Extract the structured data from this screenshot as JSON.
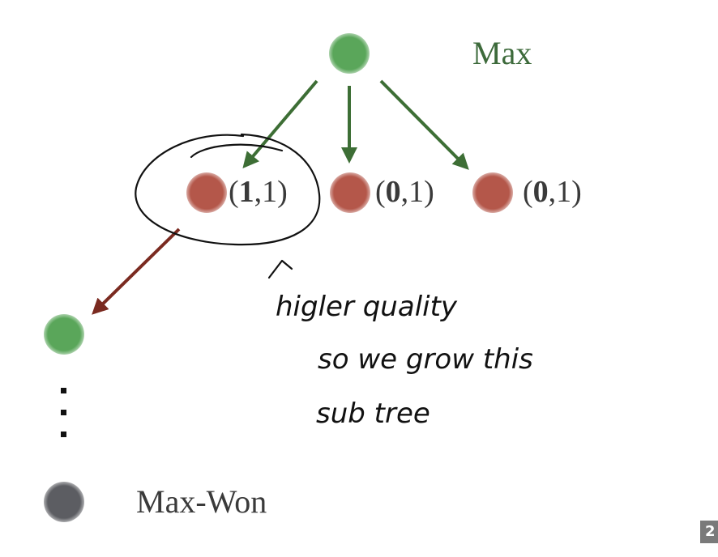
{
  "diagram": {
    "root": {
      "label": "Max",
      "color": "#5aa65a"
    },
    "children": [
      {
        "value": "1",
        "visits": "1",
        "color": "#b4574a",
        "selected": true
      },
      {
        "value": "0",
        "visits": "1",
        "color": "#b4574a",
        "selected": false
      },
      {
        "value": "0",
        "visits": "1",
        "color": "#b4574a",
        "selected": false
      }
    ],
    "expanded_node": {
      "color": "#5aa65a"
    },
    "terminal_node": {
      "label": "Max-Won",
      "color": "#5c5d62"
    },
    "edge_colors": {
      "root_to_children": "#3d6e35",
      "selected_to_expanded": "#7a2a20"
    },
    "annotation": {
      "lines": [
        "higler quality",
        "so we grow this",
        "sub tree"
      ],
      "ink_color": "#111111"
    },
    "page_number": "2"
  }
}
